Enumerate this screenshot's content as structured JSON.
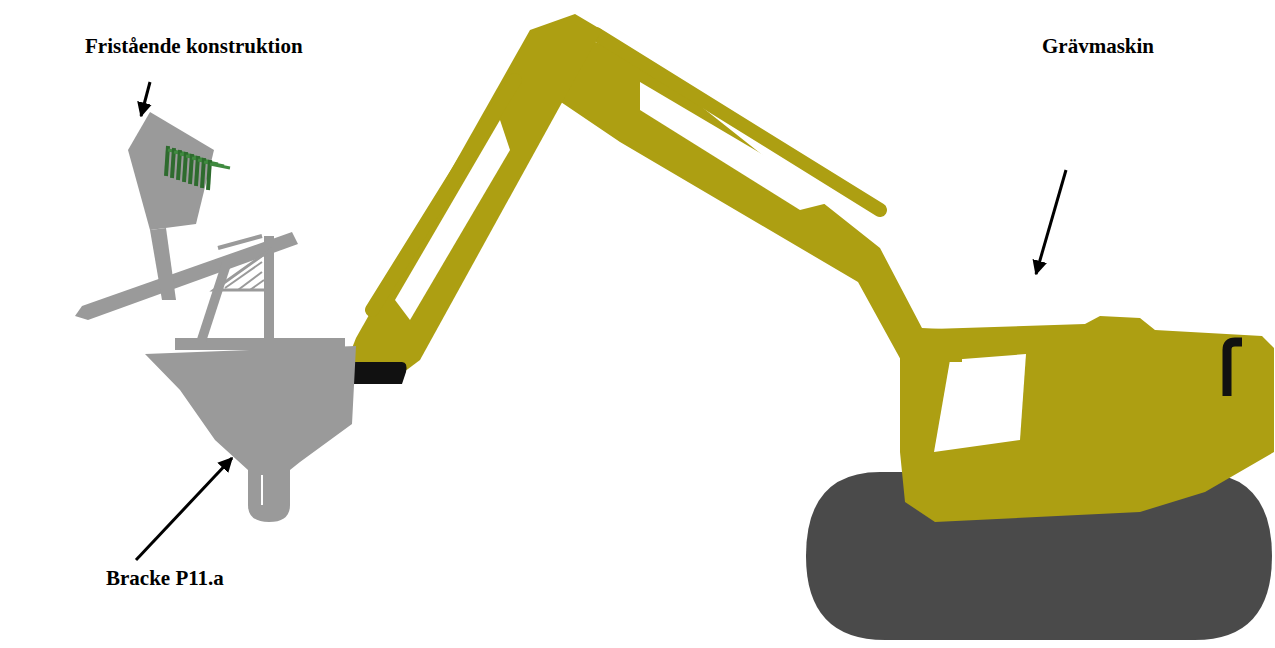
{
  "diagram": {
    "labels": [
      "Fristående konstruktion",
      "Grävmaskin",
      "Bracke P11.a"
    ]
  }
}
